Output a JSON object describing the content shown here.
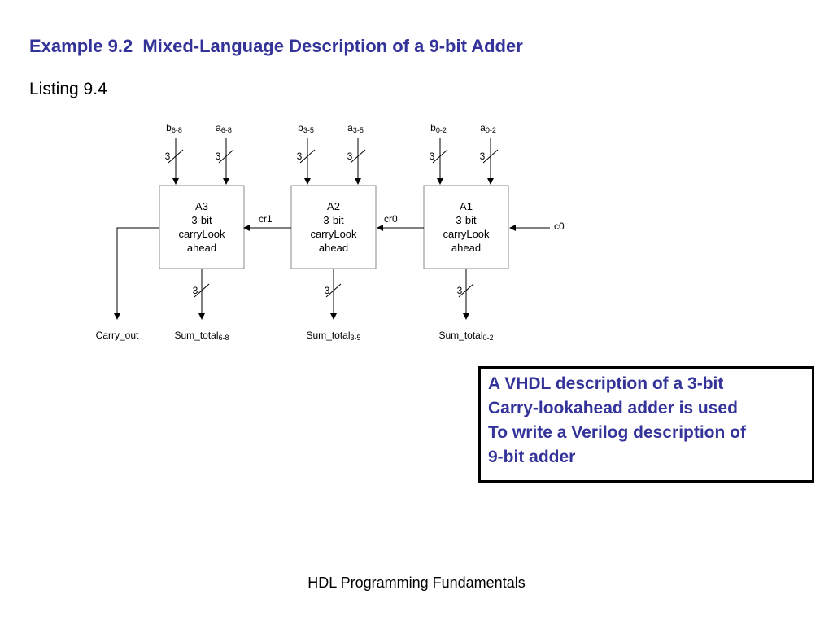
{
  "slide": {
    "title": "Example 9.2  Mixed-Language Description of a 9-bit Adder",
    "subtitle": "Listing 9.4",
    "footer": "HDL Programming Fundamentals",
    "accent_color": "#333399"
  },
  "diagram": {
    "blocks": [
      {
        "id": "A3",
        "name": "A3",
        "line2": "3-bit",
        "line3": "carryLook",
        "line4": "ahead",
        "input_b": {
          "base": "b",
          "sub": "6-8"
        },
        "input_a": {
          "base": "a",
          "sub": "6-8"
        },
        "output": {
          "base": "Sum_total",
          "sub": "6-8"
        }
      },
      {
        "id": "A2",
        "name": "A2",
        "line2": "3-bit",
        "line3": "carryLook",
        "line4": "ahead",
        "input_b": {
          "base": "b",
          "sub": "3-5"
        },
        "input_a": {
          "base": "a",
          "sub": "3-5"
        },
        "output": {
          "base": "Sum_total",
          "sub": "3-5"
        }
      },
      {
        "id": "A1",
        "name": "A1",
        "line2": "3-bit",
        "line3": "carryLook",
        "line4": "ahead",
        "input_b": {
          "base": "b",
          "sub": "0-2"
        },
        "input_a": {
          "base": "a",
          "sub": "0-2"
        },
        "output": {
          "base": "Sum_total",
          "sub": "0-2"
        }
      }
    ],
    "bus_width": "3",
    "carry_in": "c0",
    "carry_cr0": "cr0",
    "carry_cr1": "cr1",
    "carry_out": "Carry_out"
  },
  "note": {
    "lines": [
      "A VHDL description of a 3-bit",
      "Carry-lookahead adder is used",
      "To write a Verilog description of",
      "9-bit adder"
    ]
  }
}
